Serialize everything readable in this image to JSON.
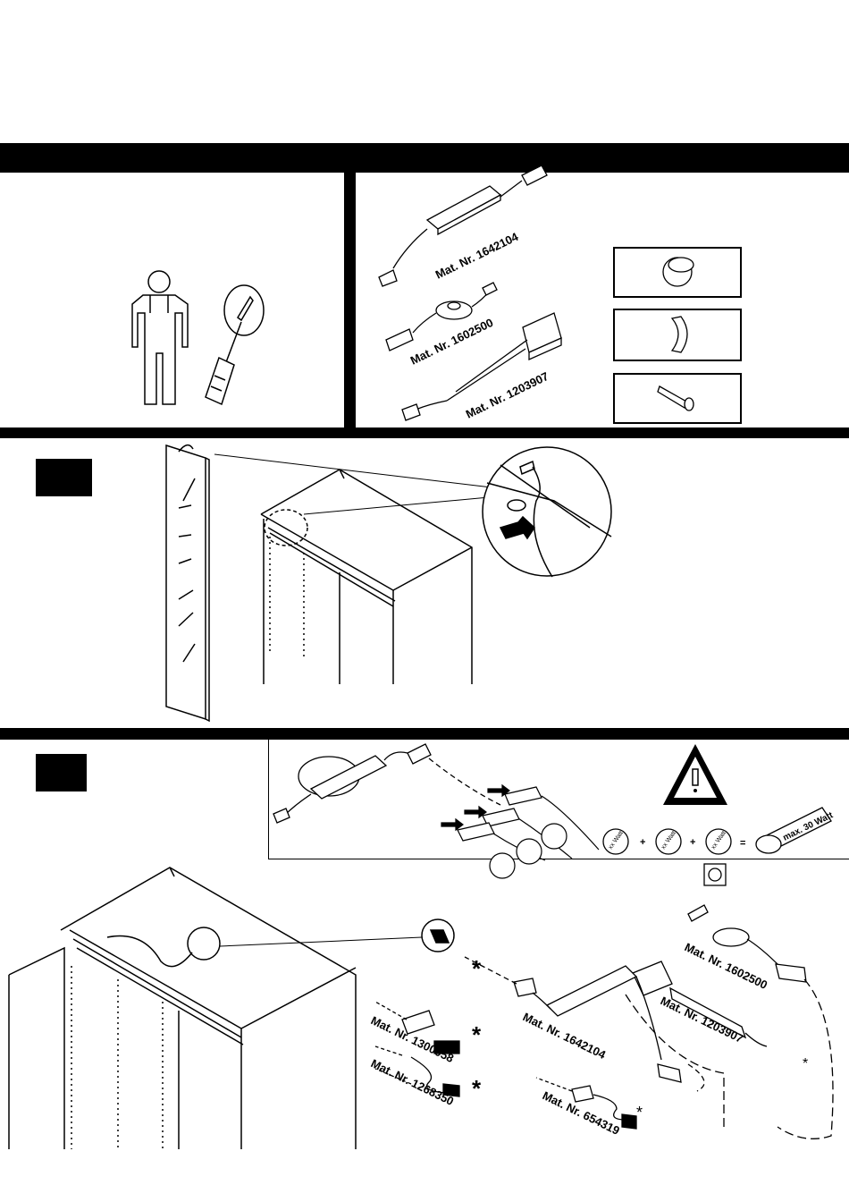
{
  "parts": {
    "transformer": "Mat. Nr. 1642104",
    "switch": "Mat. Nr. 1602500",
    "distributor": "Mat. Nr. 1203907"
  },
  "warning": {
    "max_label": "max. 30 Watt",
    "per_light": "xx Watt",
    "plus": "+",
    "equals": "="
  },
  "assembly": {
    "switch": "Mat. Nr. 1602500",
    "distributor": "Mat. Nr. 1203907",
    "transformer": "Mat. Nr. 1642104",
    "cable_a": "Mat. Nr. 1300058",
    "cable_b": "Mat. Nr. 1268350",
    "adapter": "Mat. Nr. 654319",
    "asterisk": "*"
  }
}
